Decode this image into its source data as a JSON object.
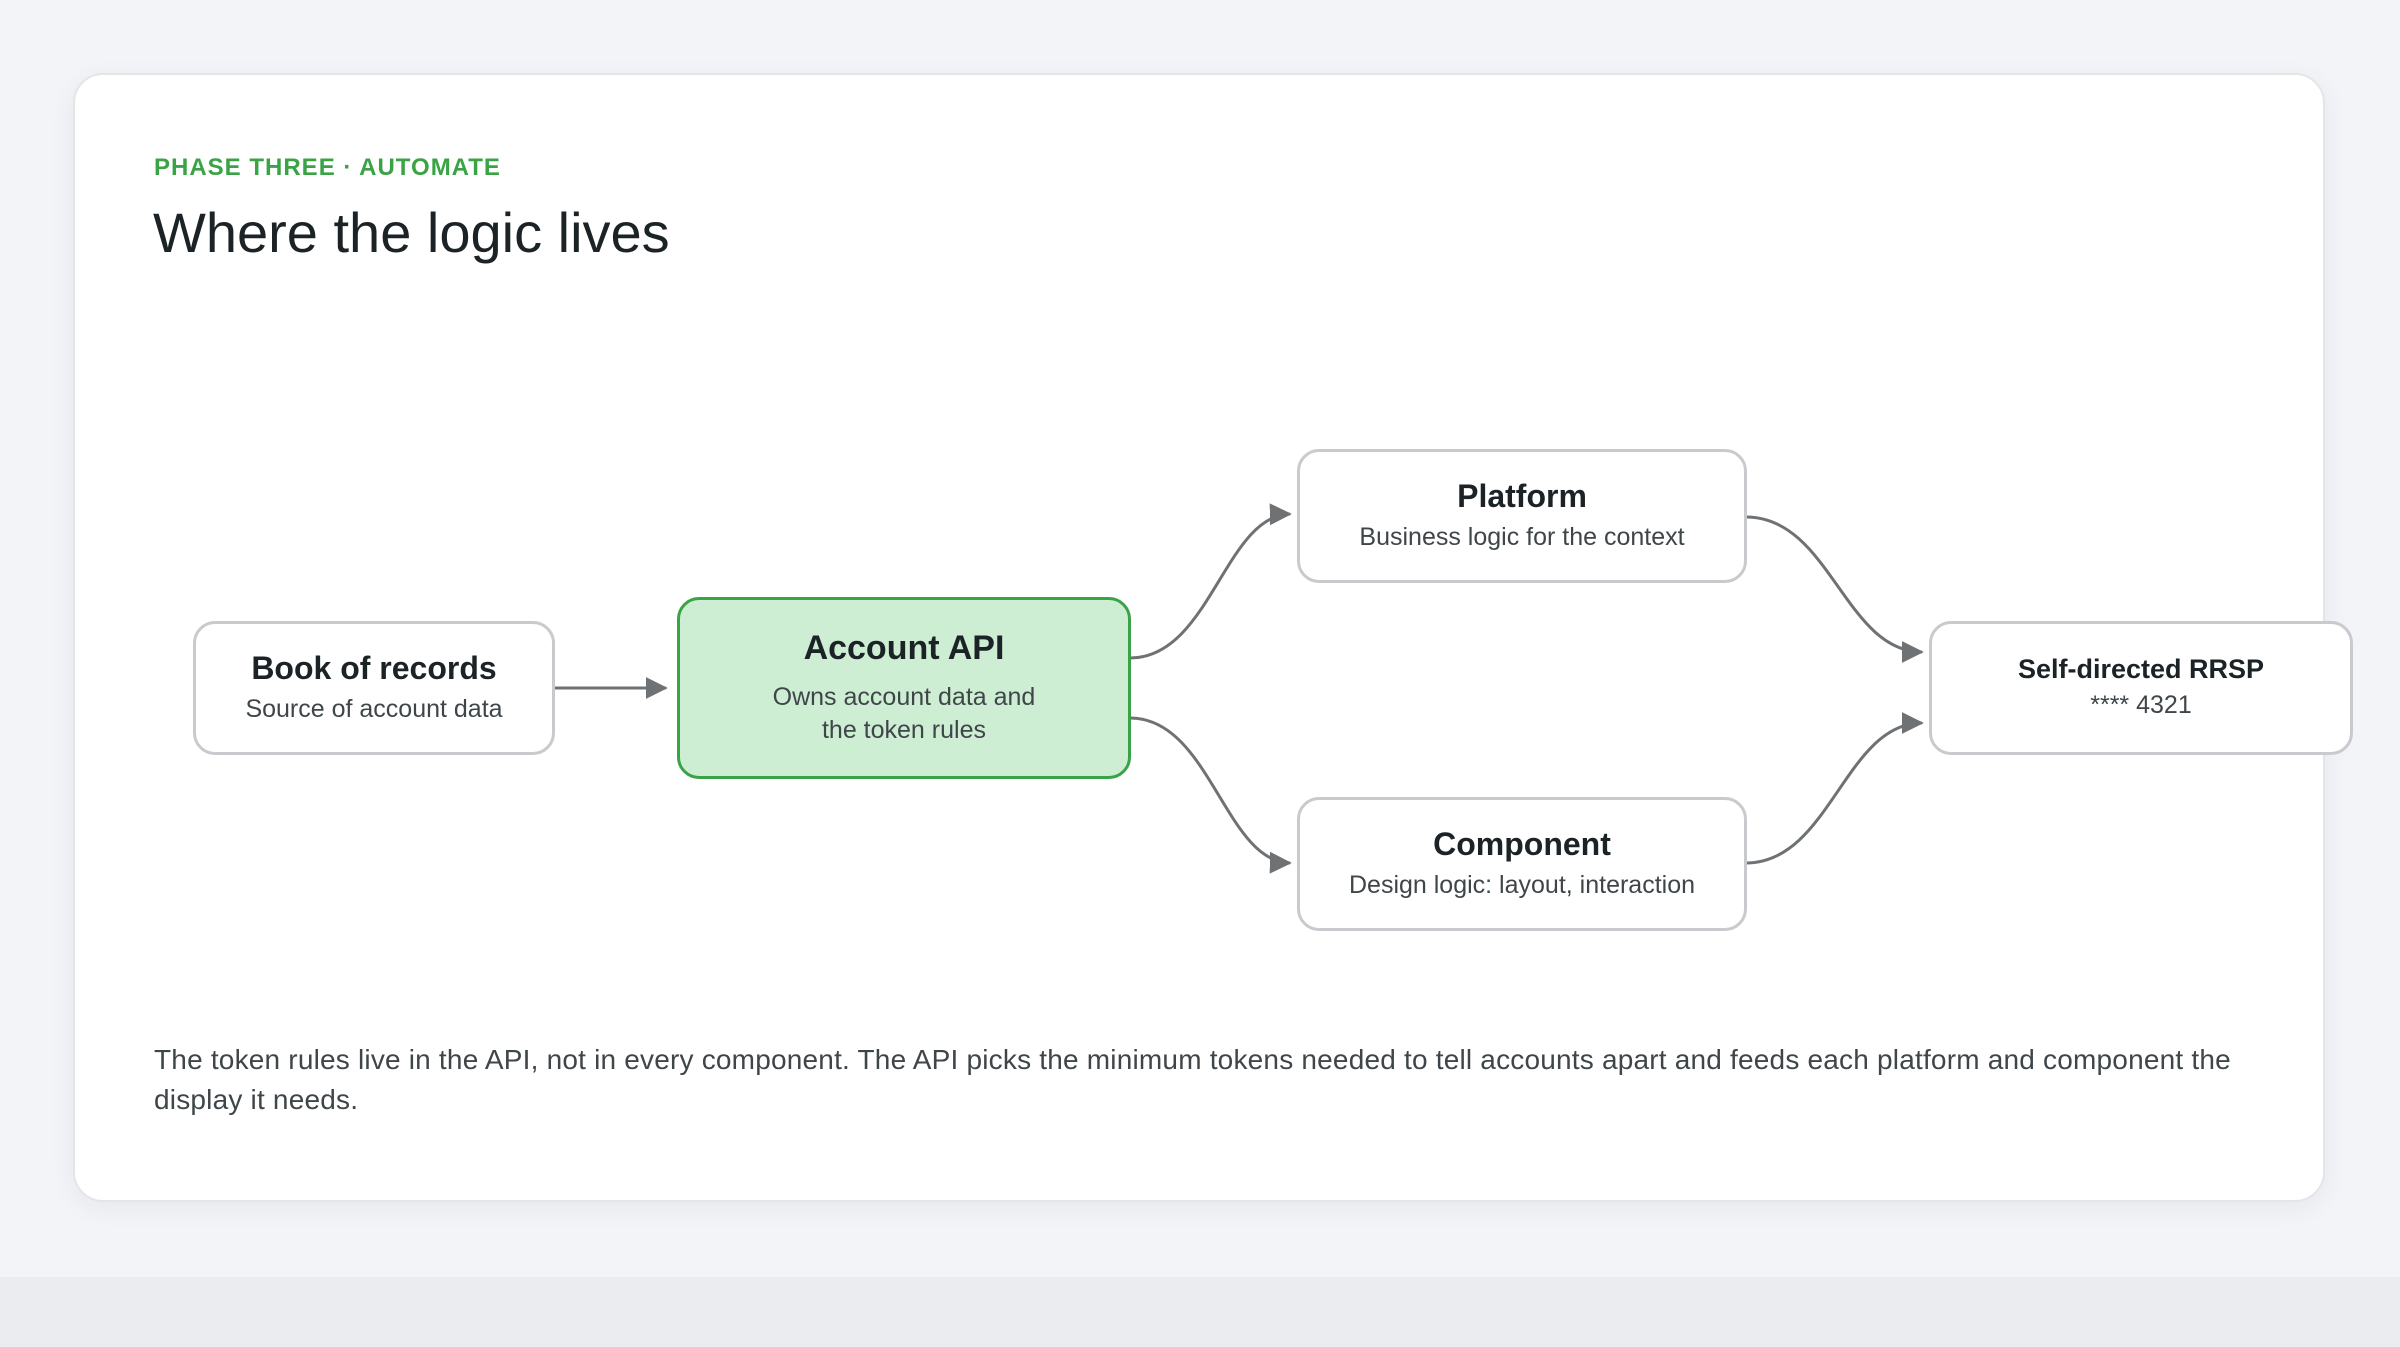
{
  "header": {
    "eyebrow": "PHASE THREE · AUTOMATE",
    "title": "Where the logic lives"
  },
  "diagram": {
    "nodes": {
      "book_of_records": {
        "title": "Book of records",
        "subtitle": "Source of account data"
      },
      "account_api": {
        "title": "Account API",
        "subtitle_line1": "Owns account data and",
        "subtitle_line2": "the token rules"
      },
      "platform": {
        "title": "Platform",
        "subtitle": "Business logic for the context"
      },
      "component": {
        "title": "Component",
        "subtitle": "Design logic: layout, interaction"
      },
      "account": {
        "title": "Self-directed RRSP",
        "subtitle": "**** 4321"
      }
    },
    "colors": {
      "accent": "#3aa346",
      "primary_fill": "#cdeed3",
      "node_border": "#c9cacd",
      "connector": "#6f7274"
    }
  },
  "caption": "The token rules live in the API, not in every component. The API picks the minimum tokens needed to tell accounts apart and feeds each platform and component the display it needs."
}
